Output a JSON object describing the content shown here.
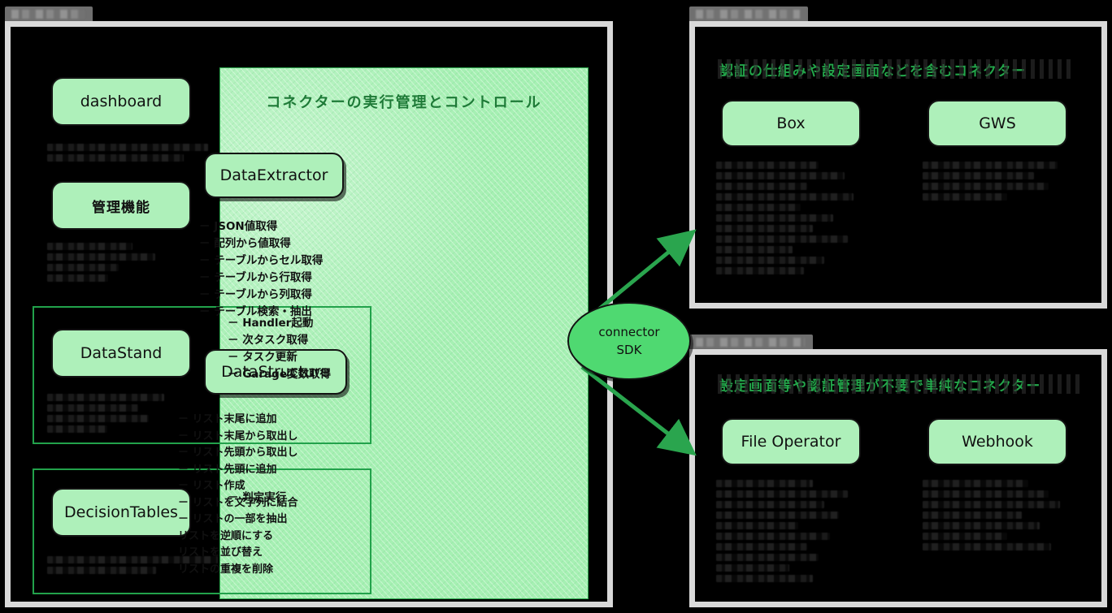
{
  "windows": {
    "left": {
      "tab_label": "",
      "name": "left-window"
    },
    "top_right": {
      "tab_label": "",
      "name": "top-right-window"
    },
    "bottom_right": {
      "tab_label": "",
      "name": "bottom-right-window"
    }
  },
  "left_panel": {
    "green_title": "コネクターの実行管理とコントロール",
    "side_nodes": [
      {
        "label": "dashboard",
        "lang": "en"
      },
      {
        "label": "管理機能",
        "lang": "jp"
      },
      {
        "label": "DataStand",
        "lang": "en"
      },
      {
        "label": "DecisionTables",
        "lang": "en"
      }
    ],
    "groups": [
      {
        "node": "DataExtractor",
        "bullets": [
          "－ JSON値取得",
          "－ 配列から値取得",
          "－ テーブルからセル取得",
          "－ テーブルから行取得",
          "－ テーブルから列取得",
          "－ テーブル検索・抽出"
        ]
      },
      {
        "node": "DataStructure",
        "bullets": [
          "－ リスト末尾に追加",
          "－ リスト末尾から取出し",
          "－ リスト先頭から取出し",
          "－ リスト先頭に追加",
          "－ リスト作成",
          "－ リストを文字列に結合",
          "－ リストの一部を抽出",
          "リストを逆順にする",
          "リストを並び替え",
          "リストの重複を削除"
        ]
      },
      {
        "node": "DataStand",
        "bullets": [
          "－ Handler起動",
          "－ 次タスク取得",
          "－ タスク更新",
          "－ Garage変数取得"
        ]
      },
      {
        "node": "DecisionTables",
        "bullets": [
          "－ 判定実行"
        ]
      }
    ]
  },
  "sdk": {
    "line1": "connector",
    "line2": "SDK"
  },
  "top_right_panel": {
    "title": "認証の仕組みや設定画面などを含むコネクター",
    "nodes": [
      {
        "label": "Box"
      },
      {
        "label": "GWS"
      }
    ]
  },
  "bottom_right_panel": {
    "title": "設定画面等や認証管理が不要で単純なコネクター",
    "nodes": [
      {
        "label": "File Operator"
      },
      {
        "label": "Webhook"
      }
    ]
  },
  "colors": {
    "panel_green": "#a6f0b3",
    "node_green": "#aef0ba",
    "sdk_green": "#4fd971",
    "accent_green": "#22a24b",
    "title_green": "#1e7a37",
    "right_title_green": "#23a64a",
    "frame_gray": "#d9d9d9",
    "tab_gray": "#6f6f6f",
    "background": "#000000"
  }
}
